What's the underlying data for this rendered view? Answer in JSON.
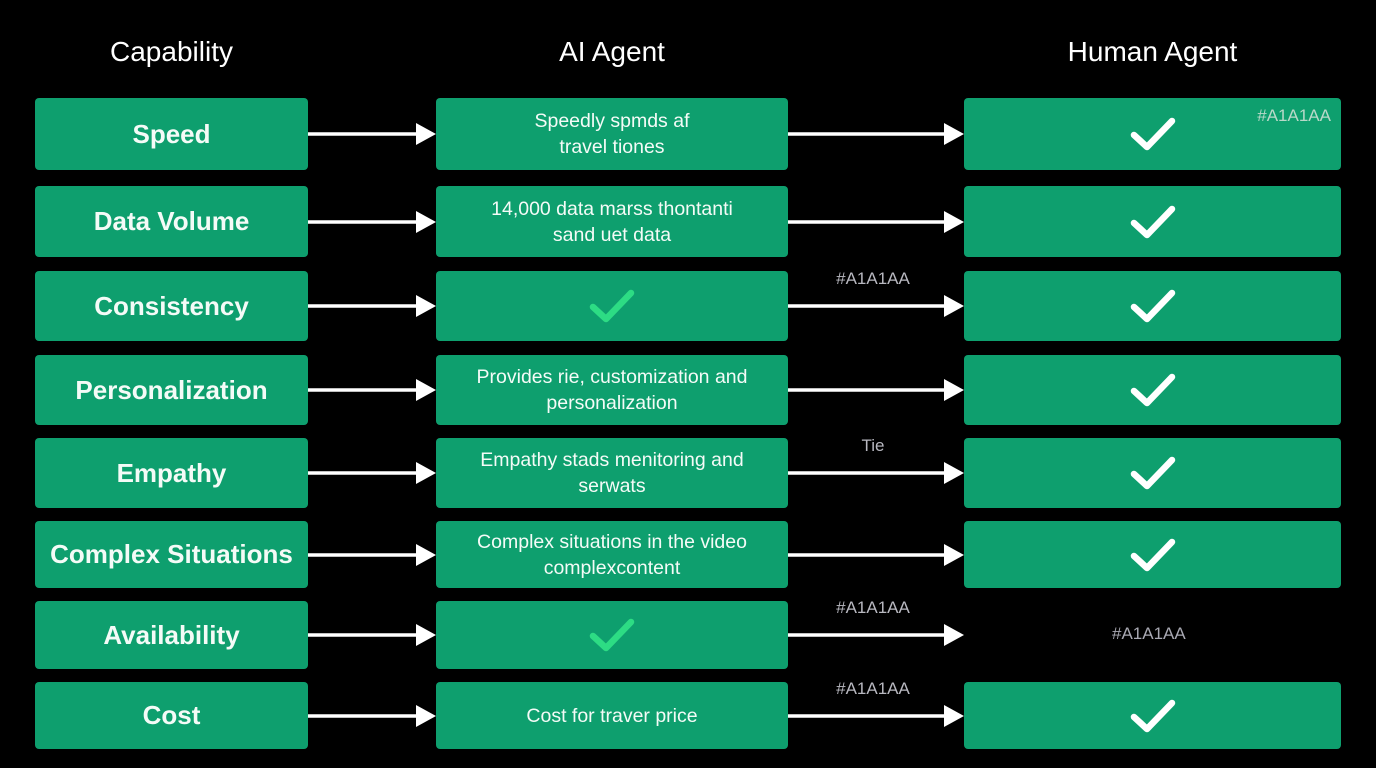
{
  "headers": {
    "capability": "Capability",
    "ai_agent": "AI Agent",
    "human_agent": "Human Agent"
  },
  "colors": {
    "background": "#000000",
    "box_green": "#0e9f6e",
    "check_white": "#ffffff",
    "check_green": "#2ddc84",
    "muted_label": "#A1A1AA"
  },
  "rows": [
    {
      "capability": "Speed",
      "ai": {
        "type": "text",
        "text": "Speedly spmds af\ntravel tiones"
      },
      "arrow_label": "",
      "human": {
        "type": "check",
        "icon": "checkmark-icon",
        "corner_label": "#A1A1AA"
      }
    },
    {
      "capability": "Data Volume",
      "ai": {
        "type": "text",
        "text": "14,000 data marss thontanti\nsand uet data"
      },
      "arrow_label": "",
      "human": {
        "type": "check",
        "icon": "checkmark-icon",
        "corner_label": ""
      }
    },
    {
      "capability": "Consistency",
      "ai": {
        "type": "check",
        "icon": "checkmark-icon"
      },
      "arrow_label": "#A1A1AA",
      "human": {
        "type": "check",
        "icon": "checkmark-icon",
        "corner_label": ""
      }
    },
    {
      "capability": "Personalization",
      "ai": {
        "type": "text",
        "text": "Provides rie, customization and\npersonalization"
      },
      "arrow_label": "",
      "human": {
        "type": "check",
        "icon": "checkmark-icon",
        "corner_label": ""
      }
    },
    {
      "capability": "Empathy",
      "ai": {
        "type": "text",
        "text": "Empathy stads menitoring and\nserwats"
      },
      "arrow_label": "Tie",
      "human": {
        "type": "check",
        "icon": "checkmark-icon",
        "corner_label": ""
      }
    },
    {
      "capability": "Complex Situations",
      "ai": {
        "type": "text",
        "text": "Complex situations in the video\ncomplexcontent"
      },
      "arrow_label": "",
      "human": {
        "type": "check",
        "icon": "checkmark-icon",
        "corner_label": ""
      }
    },
    {
      "capability": "Availability",
      "ai": {
        "type": "check",
        "icon": "checkmark-icon"
      },
      "arrow_label": "#A1A1AA",
      "human": {
        "type": "label",
        "text": "#A1A1AA"
      }
    },
    {
      "capability": "Cost",
      "ai": {
        "type": "text",
        "text": "Cost for traver price"
      },
      "arrow_label": "#A1A1AA",
      "human": {
        "type": "check",
        "icon": "checkmark-icon",
        "corner_label": ""
      }
    }
  ]
}
